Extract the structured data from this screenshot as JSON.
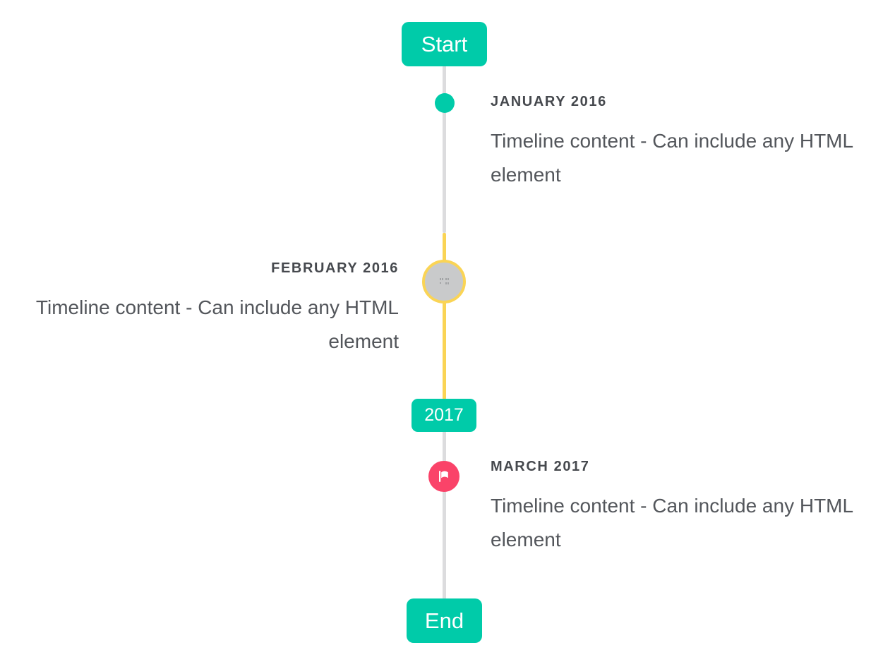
{
  "colors": {
    "accent": "#00cba9",
    "highlight": "#fad455",
    "flag_red": "#fa4369",
    "line_gray": "#dcdcde",
    "image_gray": "#c9cacb",
    "date_text": "#46494e",
    "content_text": "#53565b"
  },
  "timeline": {
    "start_badge": "Start",
    "period_badge": "2017",
    "end_badge": "End",
    "items": [
      {
        "date": "JANUARY 2016",
        "content": "Timeline content - Can include any HTML element",
        "side": "right",
        "marker": "teal-dot"
      },
      {
        "date": "FEBRUARY 2016",
        "content": "Timeline content - Can include any HTML element",
        "side": "left",
        "marker": "gray-image-circle-yellow-ring"
      },
      {
        "date": "MARCH 2017",
        "content": "Timeline content - Can include any HTML element",
        "side": "right",
        "marker": "red-flag-circle"
      }
    ]
  }
}
